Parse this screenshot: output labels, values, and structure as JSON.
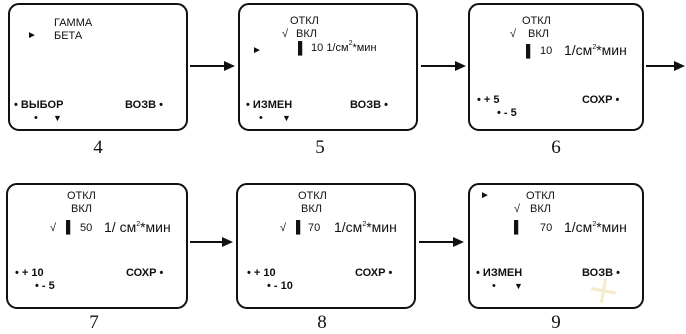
{
  "screens": [
    {
      "number": "4",
      "lines": {
        "l1": "ГАММА",
        "l2": "БЕТА"
      },
      "marker": "►",
      "left_button": "• ВЫБОР",
      "right_button": "ВОЗВ •",
      "bottom_dot": "•",
      "bottom_arrow": "▼"
    },
    {
      "number": "5",
      "l_off": "ОТКЛ",
      "check": "√",
      "l_on": "ВКЛ",
      "marker": "►",
      "value": "10",
      "unit": "1/см",
      "unit_sup": "2",
      "unit_tail": "*мин",
      "left_button": "• ИЗМЕН",
      "right_button": "ВОЗВ •",
      "bottom_dot": "•",
      "bottom_arrow": "▼"
    },
    {
      "number": "6",
      "l_off": "ОТКЛ",
      "check": "√",
      "l_on": "ВКЛ",
      "value": "10",
      "unit": "1/см",
      "unit_sup": "2",
      "unit_tail": "*мин",
      "left_button": "• + 5",
      "left_button2": "• - 5",
      "right_button": "СОХР •"
    },
    {
      "number": "7",
      "l_off": "ОТКЛ",
      "check": "√",
      "l_on": "ВКЛ",
      "value": "50",
      "unit": "1/ см",
      "unit_sup": "2",
      "unit_tail": "*мин",
      "left_button": "• + 10",
      "left_button2": "• - 5",
      "right_button": "СОХР •"
    },
    {
      "number": "8",
      "l_off": "ОТКЛ",
      "check": "√",
      "l_on": "ВКЛ",
      "value": "70",
      "unit": "1/см",
      "unit_sup": "2",
      "unit_tail": "*мин",
      "left_button": "• + 10",
      "left_button2": "• - 10",
      "right_button": "СОХР •"
    },
    {
      "number": "9",
      "l_off": "ОТКЛ",
      "check": "√",
      "l_on": "ВКЛ",
      "marker": "►",
      "value": "70",
      "unit": "1/см",
      "unit_sup": "2",
      "unit_tail": "*мин",
      "left_button": "• ИЗМЕН",
      "right_button": "ВОЗВ •",
      "bottom_dot": "•",
      "bottom_arrow": "▼"
    }
  ]
}
